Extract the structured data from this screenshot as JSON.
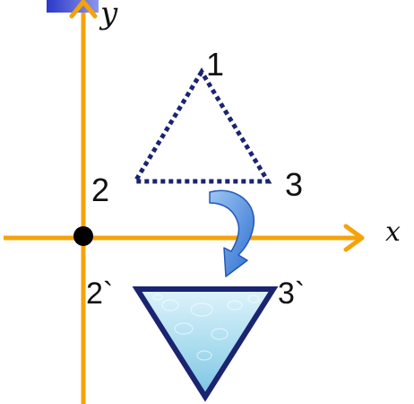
{
  "axes": {
    "x_label": "x",
    "y_label": "y"
  },
  "original_triangle": {
    "vertex_labels": [
      "1",
      "2",
      "3"
    ]
  },
  "reflected_triangle": {
    "vertex_labels": [
      "2`",
      "3`"
    ]
  },
  "colors": {
    "axis": "#f5a30a",
    "triangle_outline": "#1a2470",
    "triangle_fill": "#a8dcef",
    "arrow": "#3a7fd9",
    "origin_dot": "#000000"
  },
  "icons": {
    "transform_arrow": "curved-arrow-icon",
    "corner_badge": "blue-square-icon"
  }
}
